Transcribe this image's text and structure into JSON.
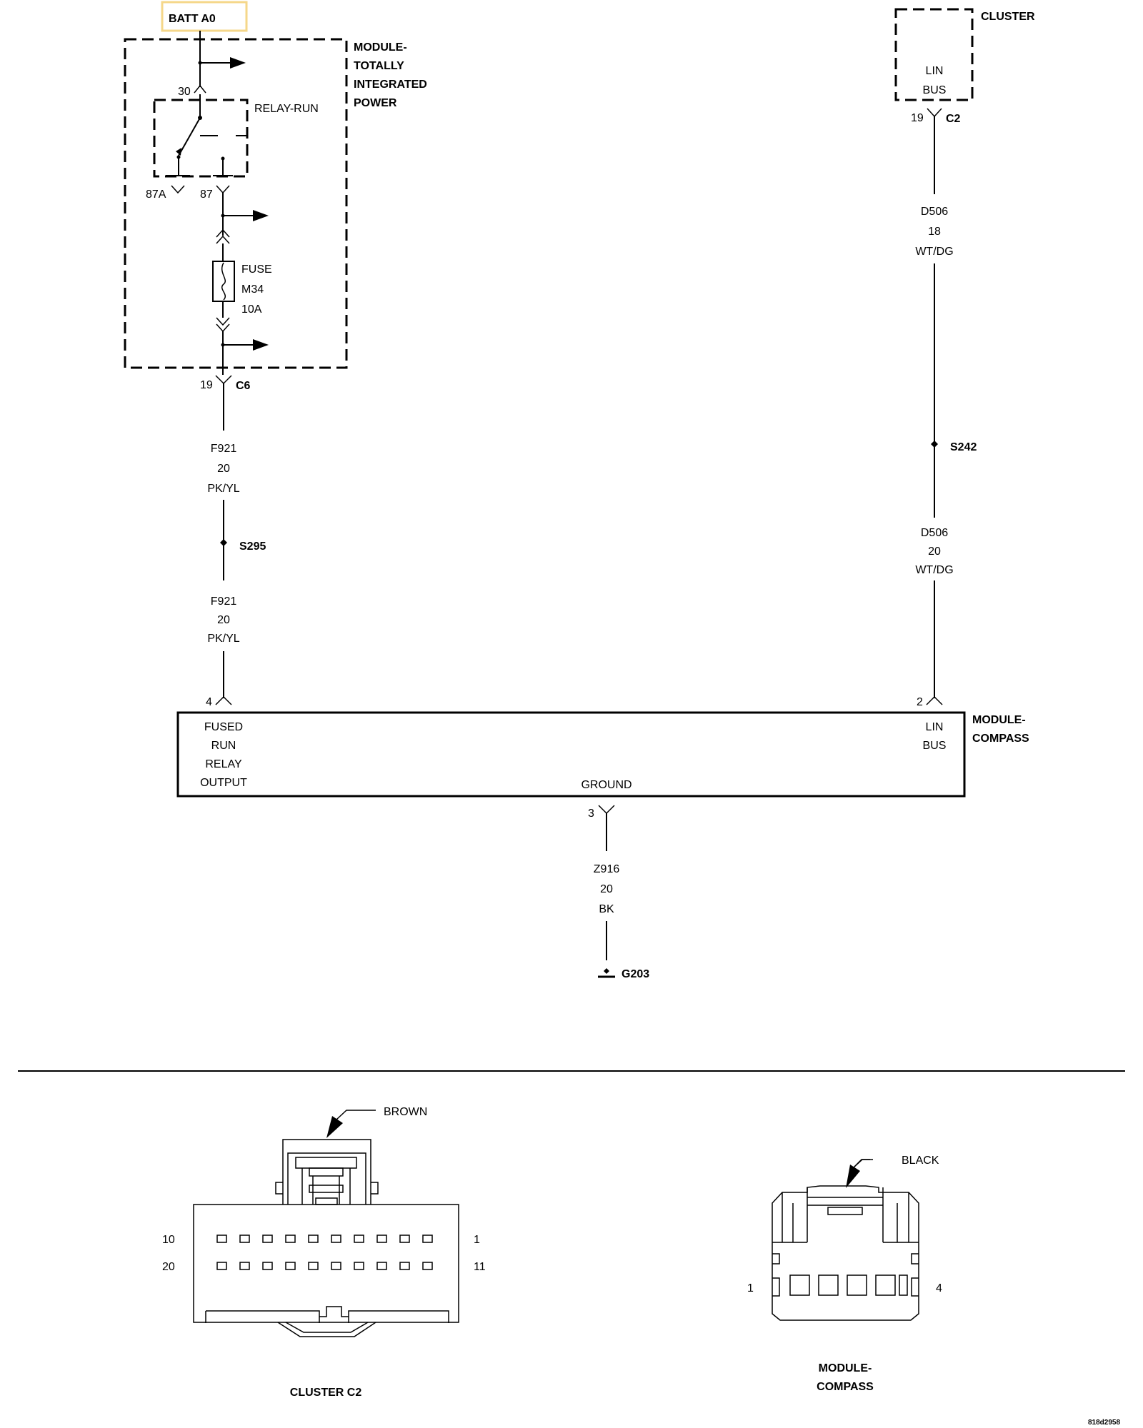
{
  "power_source": {
    "label": "BATT A0",
    "highlight_color": "#f5d78a"
  },
  "tipm": {
    "title_lines": [
      "MODULE-",
      "TOTALLY",
      "INTEGRATED",
      "POWER"
    ],
    "pin_30": "30",
    "relay_label": "RELAY-RUN",
    "pin_87a": "87A",
    "pin_87": "87",
    "fuse_lines": [
      "FUSE",
      "M34",
      "10A"
    ],
    "out_pin": "19",
    "out_connector": "C6"
  },
  "cluster": {
    "title": "CLUSTER",
    "function_lines": [
      "LIN",
      "BUS"
    ],
    "pin": "19",
    "connector": "C2"
  },
  "left_wire": {
    "upper": [
      "F921",
      "20",
      "PK/YL"
    ],
    "splice": "S295",
    "lower": [
      "F921",
      "20",
      "PK/YL"
    ]
  },
  "right_wire": {
    "upper": [
      "D506",
      "18",
      "WT/DG"
    ],
    "splice": "S242",
    "lower": [
      "D506",
      "20",
      "WT/DG"
    ]
  },
  "compass_module": {
    "title_lines": [
      "MODULE-",
      "COMPASS"
    ],
    "left_pin": "4",
    "left_function": [
      "FUSED",
      "RUN",
      "RELAY",
      "OUTPUT"
    ],
    "right_pin": "2",
    "right_function": [
      "LIN",
      "BUS"
    ],
    "ground_function": "GROUND",
    "ground_pin": "3"
  },
  "ground_wire": {
    "lines": [
      "Z916",
      "20",
      "BK"
    ],
    "ground": "G203"
  },
  "connector_views": {
    "cluster_c2": {
      "color_label": "BROWN",
      "row1_left": "10",
      "row1_right": "1",
      "row2_left": "20",
      "row2_right": "11",
      "caption": "CLUSTER C2"
    },
    "compass": {
      "color_label": "BLACK",
      "left_pin": "1",
      "right_pin": "4",
      "caption_lines": [
        "MODULE-",
        "COMPASS"
      ]
    }
  },
  "footer_code": "818d2958"
}
